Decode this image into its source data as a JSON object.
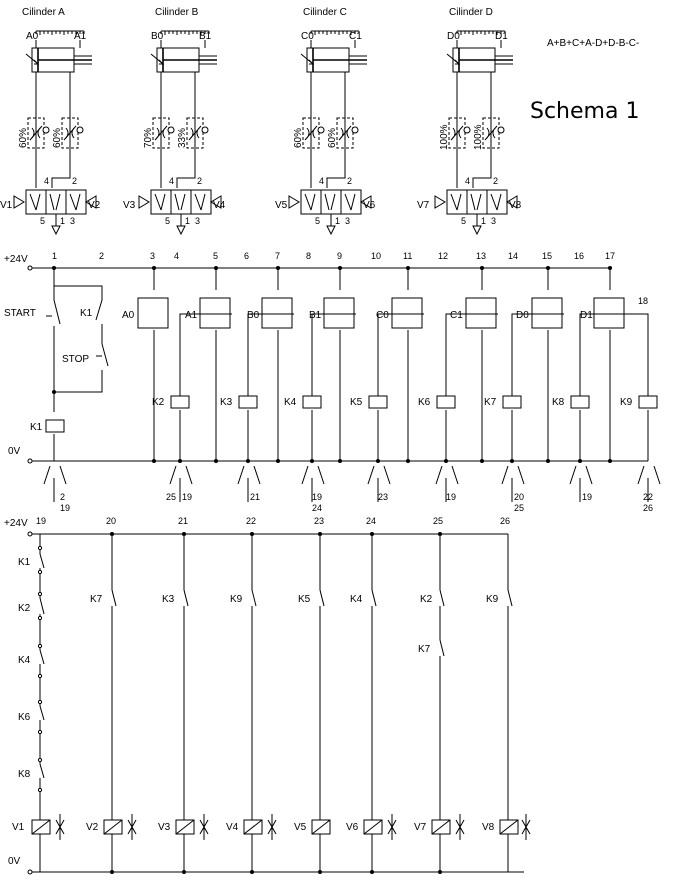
{
  "title": "Schema 1",
  "sequence": "A+B+C+A-D+D-B-C-",
  "supply": {
    "plus": "+24V",
    "zero": "0V"
  },
  "cylinders": [
    {
      "name": "Cilinder  A",
      "s0": "A0",
      "s1": "A1",
      "valve_left": "V1",
      "valve_right": "V2",
      "flow_left": "60%",
      "flow_right": "60%"
    },
    {
      "name": "Cilinder  B",
      "s0": "B0",
      "s1": "B1",
      "valve_left": "V3",
      "valve_right": "V4",
      "flow_left": "70%",
      "flow_right": "33%"
    },
    {
      "name": "Cilinder  C",
      "s0": "C0",
      "s1": "C1",
      "valve_left": "V5",
      "valve_right": "V6",
      "flow_left": "60%",
      "flow_right": "60%"
    },
    {
      "name": "Cilinder  D",
      "s0": "D0",
      "s1": "D1",
      "valve_left": "V7",
      "valve_right": "V8",
      "flow_left": "100%",
      "flow_right": "100%"
    }
  ],
  "port_labels": {
    "p4": "4",
    "p2": "2",
    "p5": "5",
    "p1": "1",
    "p3": "3"
  },
  "ladder1": {
    "start": "START",
    "stop": "STOP",
    "k1": "K1",
    "nodes": [
      "1",
      "2",
      "3",
      "4",
      "5",
      "6",
      "7",
      "8",
      "9",
      "10",
      "11",
      "12",
      "13",
      "14",
      "15",
      "16",
      "17",
      "18"
    ],
    "sensors": [
      "A0",
      "A1",
      "B0",
      "B1",
      "C0",
      "C1",
      "D0",
      "D1"
    ],
    "coils": [
      "K1",
      "K2",
      "K3",
      "K4",
      "K5",
      "K6",
      "K7",
      "K8",
      "K9"
    ],
    "xref": [
      {
        "coil": "K1",
        "refs": [
          "2",
          "19"
        ]
      },
      {
        "coil": "K2",
        "refs": [
          "25",
          "19"
        ]
      },
      {
        "coil": "K3",
        "refs": [
          "21"
        ]
      },
      {
        "coil": "K4",
        "refs": [
          "19",
          "24"
        ]
      },
      {
        "coil": "K5",
        "refs": [
          "23"
        ]
      },
      {
        "coil": "K6",
        "refs": [
          "19"
        ]
      },
      {
        "coil": "K7",
        "refs": [
          "20",
          "25"
        ]
      },
      {
        "coil": "K8",
        "refs": [
          "19"
        ]
      },
      {
        "coil": "K9",
        "refs": [
          "22",
          "26"
        ]
      }
    ]
  },
  "ladder2": {
    "nodes": [
      "19",
      "20",
      "21",
      "22",
      "23",
      "24",
      "25",
      "26"
    ],
    "chain": [
      "K1",
      "K2",
      "K4",
      "K6",
      "K8"
    ],
    "contacts": [
      "K7",
      "K3",
      "K9",
      "K5",
      "K4",
      "K2",
      "K9"
    ],
    "k7b": "K7",
    "solenoids": [
      "V1",
      "V2",
      "V3",
      "V4",
      "V5",
      "V6",
      "V7",
      "V8"
    ]
  }
}
